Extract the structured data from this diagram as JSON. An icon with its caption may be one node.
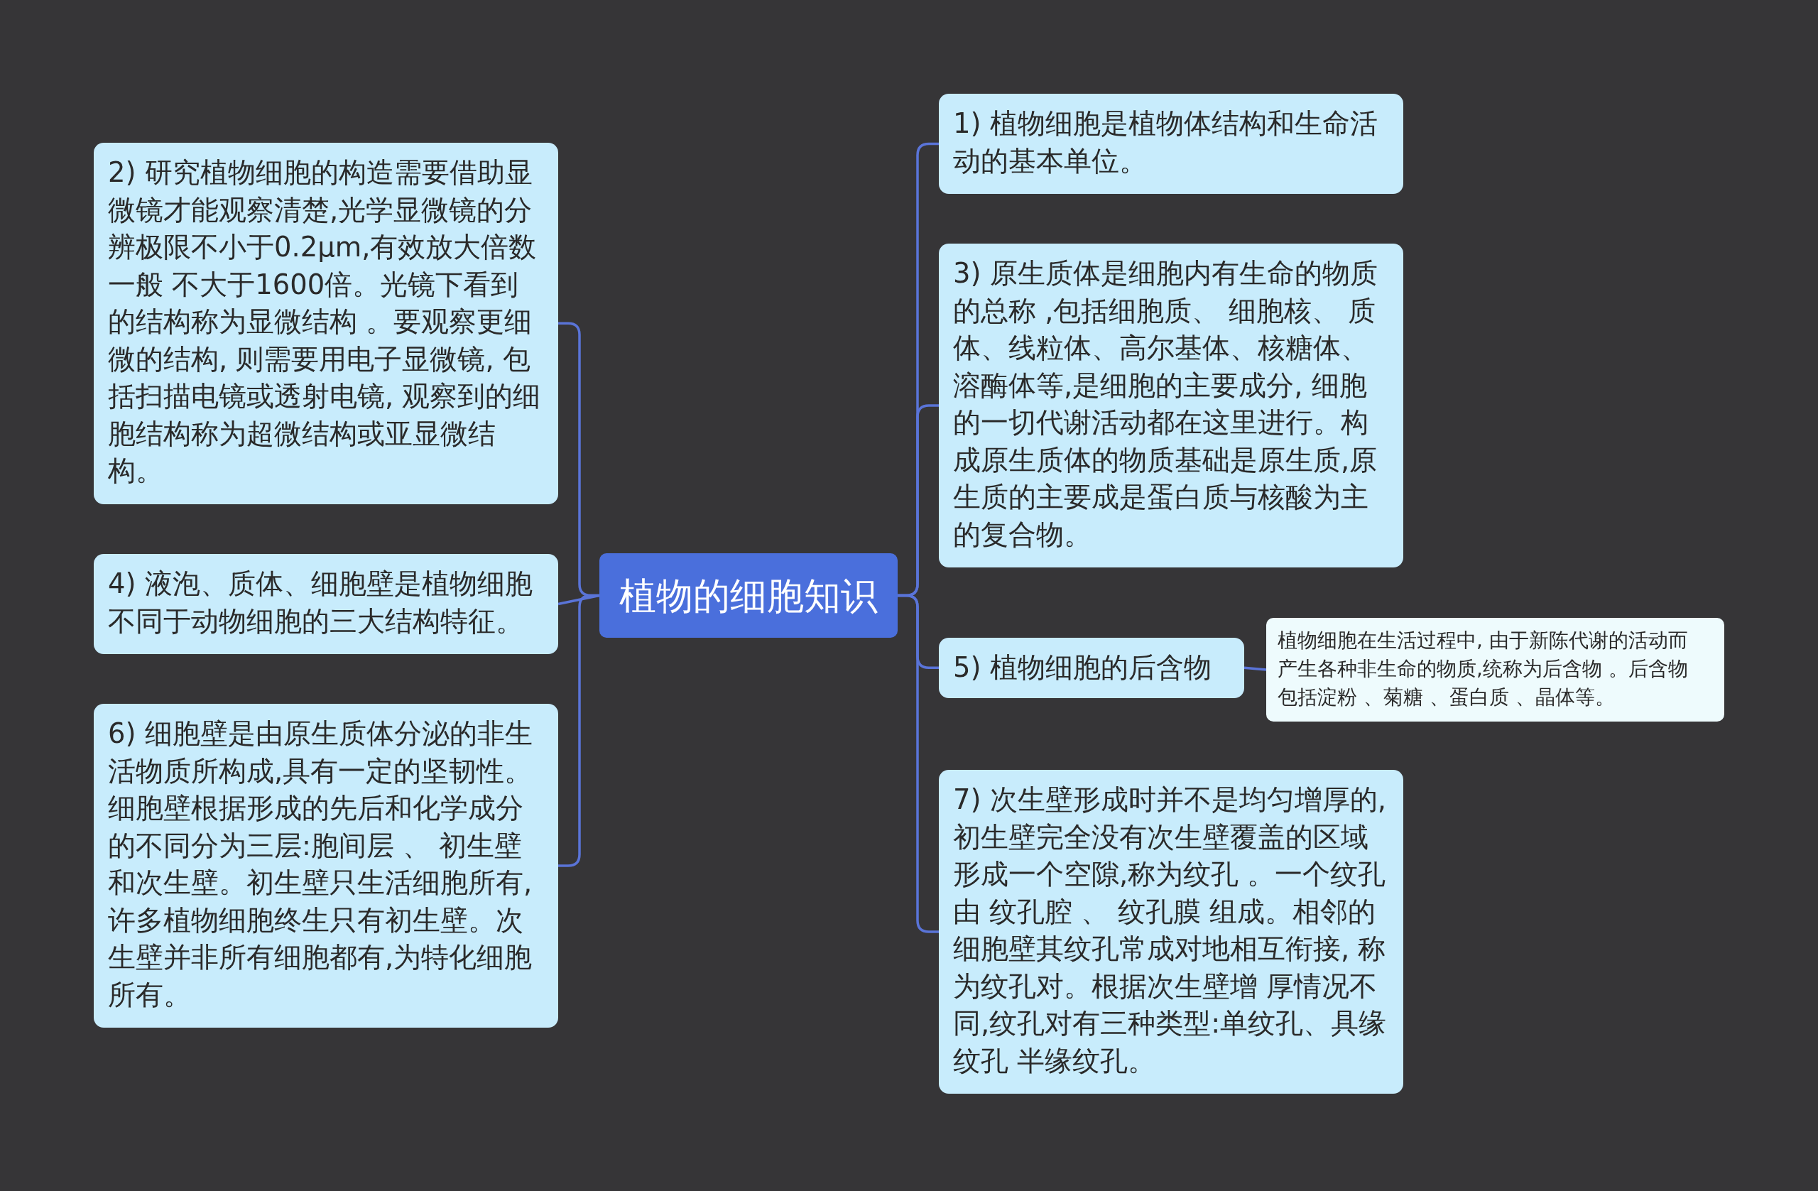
{
  "diagram": {
    "nodes": [
      {
        "text": [
          "植物的细胞知识"
        ]
      },
      {
        "text": [
          "1) 植物细胞是植物体结构和生命活动的基本单位。"
        ]
      },
      {
        "text": [
          "2) 研究植物细胞的构造需要借助显微镜才能观察清楚,光学显微镜的分辨极限不小于0.2μm,有效放大倍数一般 不大于1600倍。光镜下看到的结构称为显微结构 。要观察更细微的结构, 则需要用电子显微镜, 包括扫描电镜或透射电镜, 观察到的细胞结构称为超微结构或亚显微结构。"
        ]
      },
      {
        "text": [
          "3) 原生质体是细胞内有生命的物质的总称 ,包括细胞质、 细胞核、 质体、线粒体、高尔基体、核糖体、溶酶体等,是细胞的主要成分, 细胞的一切代谢活动都在这里进行。构成原生质体的物质基础是原生质,原生质的主要成是蛋白质与核酸为主的复合物。"
        ]
      },
      {
        "text": [
          "4) 液泡、质体、细胞壁是植物细胞不同于动物细胞的三大结构特征。"
        ]
      },
      {
        "text": [
          "5) 植物细胞的后含物"
        ]
      },
      {
        "text": [
          "植物细胞在生活过程中, 由于新陈代谢的活动而产生各种非生命的物质,统称为后含物 。后含物包括淀粉 、菊糖 、蛋白质 、晶体等。"
        ]
      },
      {
        "text": [
          "6) 细胞壁是由原生质体分泌的非生活物质所构成,具有一定的坚韧性。细胞壁根据形成的先后和化学成分的不同分为三层:胞间层 、 初生壁和次生壁。初生壁只生活细胞所有, 许多植物细胞终生只有初生壁。次生壁并非所有细胞都有,为特化细胞所有。"
        ]
      },
      {
        "text": [
          "7) 次生壁形成时并不是均匀增厚的,初生壁完全没有次生壁覆盖的区域形成一个空隙,称为纹孔 。一个纹孔由 纹孔腔 、 纹孔膜 组成。相邻的细胞壁其纹孔常成对地相互衔接, 称为纹孔对。根据次生壁增 厚情况不同,纹孔对有三种类型:单纹孔、具缘纹孔 半缘纹孔。"
        ]
      }
    ],
    "edges": [
      {
        "from": 0,
        "to": 1,
        "arrow": "none"
      },
      {
        "from": 0,
        "to": 2,
        "arrow": "none"
      },
      {
        "from": 0,
        "to": 3,
        "arrow": "none"
      },
      {
        "from": 0,
        "to": 4,
        "arrow": "none"
      },
      {
        "from": 0,
        "to": 5,
        "arrow": "none"
      },
      {
        "from": 5,
        "to": 6,
        "arrow": "none"
      },
      {
        "from": 0,
        "to": 7,
        "arrow": "none"
      },
      {
        "from": 0,
        "to": 8,
        "arrow": "none"
      }
    ]
  }
}
